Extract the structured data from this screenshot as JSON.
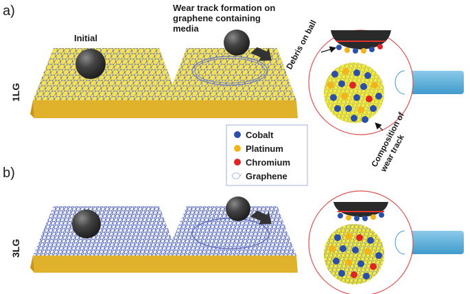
{
  "panels": [
    {
      "letter": "a)",
      "row_label": "1LG",
      "initial_label": "Initial",
      "wear_title_lines": [
        "Wear track formation on",
        "graphene containing",
        "media"
      ],
      "debris_label": "Debris on ball",
      "composition_label_lines": [
        "Composition of",
        "wear track"
      ],
      "graphene_layers": 1
    },
    {
      "letter": "b)",
      "row_label": "3LG",
      "graphene_layers": 3
    }
  ],
  "legend": [
    {
      "label": "Cobalt",
      "color": "#2b4fa8",
      "icon": "ball"
    },
    {
      "label": "Platinum",
      "color": "#f2b31c",
      "icon": "ball"
    },
    {
      "label": "Chromium",
      "color": "#e02424",
      "icon": "ball"
    },
    {
      "label": "Graphene",
      "color": "#7f8fd0",
      "icon": "lattice"
    }
  ],
  "colors": {
    "substrate_top": "#f4e15a",
    "substrate_front": "#e0b12a",
    "substrate_side": "#c8941c",
    "lattice": "#6878c4",
    "ball": "#3c3c3c",
    "circle_fill": "#f7ef38",
    "circle_outline": "#e05050",
    "probe": "#5fb1dc",
    "arrow": "#333333"
  }
}
